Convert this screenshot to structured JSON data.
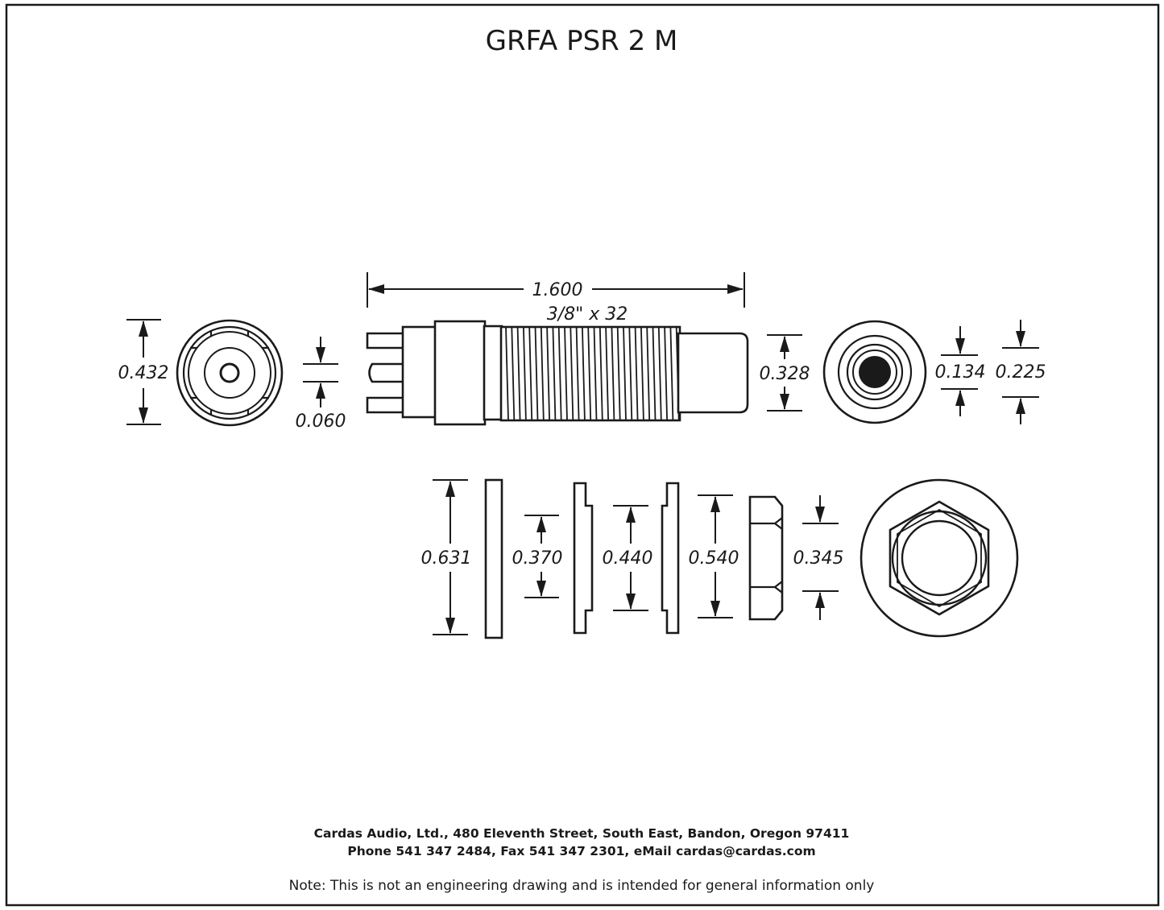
{
  "title": "GRFA PSR 2 M",
  "dimensions": {
    "overall_length": "1.600",
    "thread": "3/8\" x 32",
    "rear_diameter": "0.432",
    "pin": "0.060",
    "front_diameter": "0.328",
    "bore_small": "0.134",
    "bore_large": "0.225",
    "washer_outer": "0.631",
    "washer_a": "0.370",
    "washer_b": "0.440",
    "washer_c": "0.540",
    "nut": "0.345"
  },
  "footer": {
    "address": "Cardas Audio, Ltd., 480 Eleventh Street, South East, Bandon, Oregon 97411",
    "contact": "Phone 541 347 2484, Fax 541 347 2301, eMail cardas@cardas.com"
  },
  "note": "Note:  This is not an engineering drawing and is intended for general information only"
}
